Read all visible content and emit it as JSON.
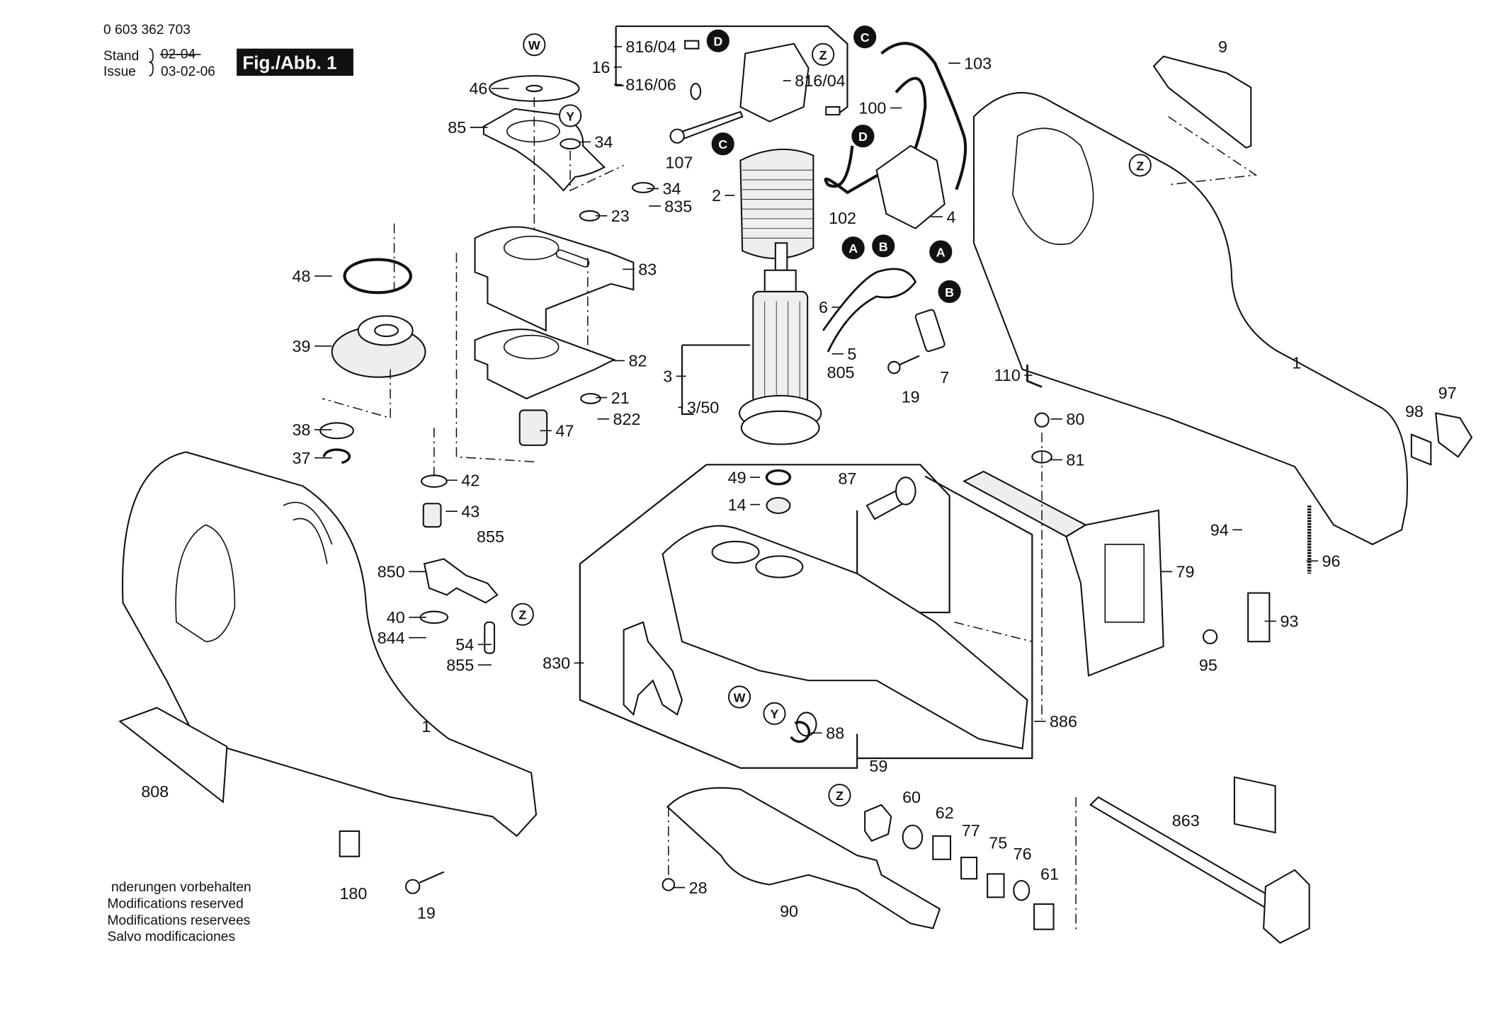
{
  "header": {
    "part_number": "0 603 362 703",
    "stand_label": "Stand",
    "issue_label": "Issue",
    "old_date": "02-04",
    "issue_date": "03-02-06",
    "figure_label": "Fig./Abb. 1"
  },
  "footer": {
    "lines": [
      "nderungen vorbehalten",
      "Modifications reserved",
      "Modifications reservees",
      "Salvo modificaciones"
    ]
  },
  "callouts": {
    "outline": [
      "W",
      "Y",
      "Z",
      "Z",
      "Z",
      "Z",
      "W",
      "Y"
    ],
    "filled": [
      "D",
      "C",
      "C",
      "D",
      "A",
      "B",
      "A",
      "B"
    ]
  },
  "part_labels": [
    "46",
    "85",
    "34",
    "34",
    "835",
    "23",
    "83",
    "82",
    "21",
    "822",
    "47",
    "48",
    "39",
    "38",
    "37",
    "42",
    "43",
    "855",
    "850",
    "40",
    "844",
    "54",
    "855",
    "16",
    "816/04",
    "816/06",
    "816/04",
    "107",
    "2",
    "103",
    "100",
    "102",
    "4",
    "3",
    "3/50",
    "6",
    "5",
    "805",
    "19",
    "7",
    "110",
    "9",
    "1",
    "49",
    "14",
    "87",
    "80",
    "81",
    "79",
    "830",
    "88",
    "886",
    "94",
    "96",
    "93",
    "95",
    "98",
    "97",
    "59",
    "60",
    "62",
    "77",
    "75",
    "76",
    "61",
    "28",
    "90",
    "863",
    "808",
    "180",
    "19",
    "1"
  ]
}
